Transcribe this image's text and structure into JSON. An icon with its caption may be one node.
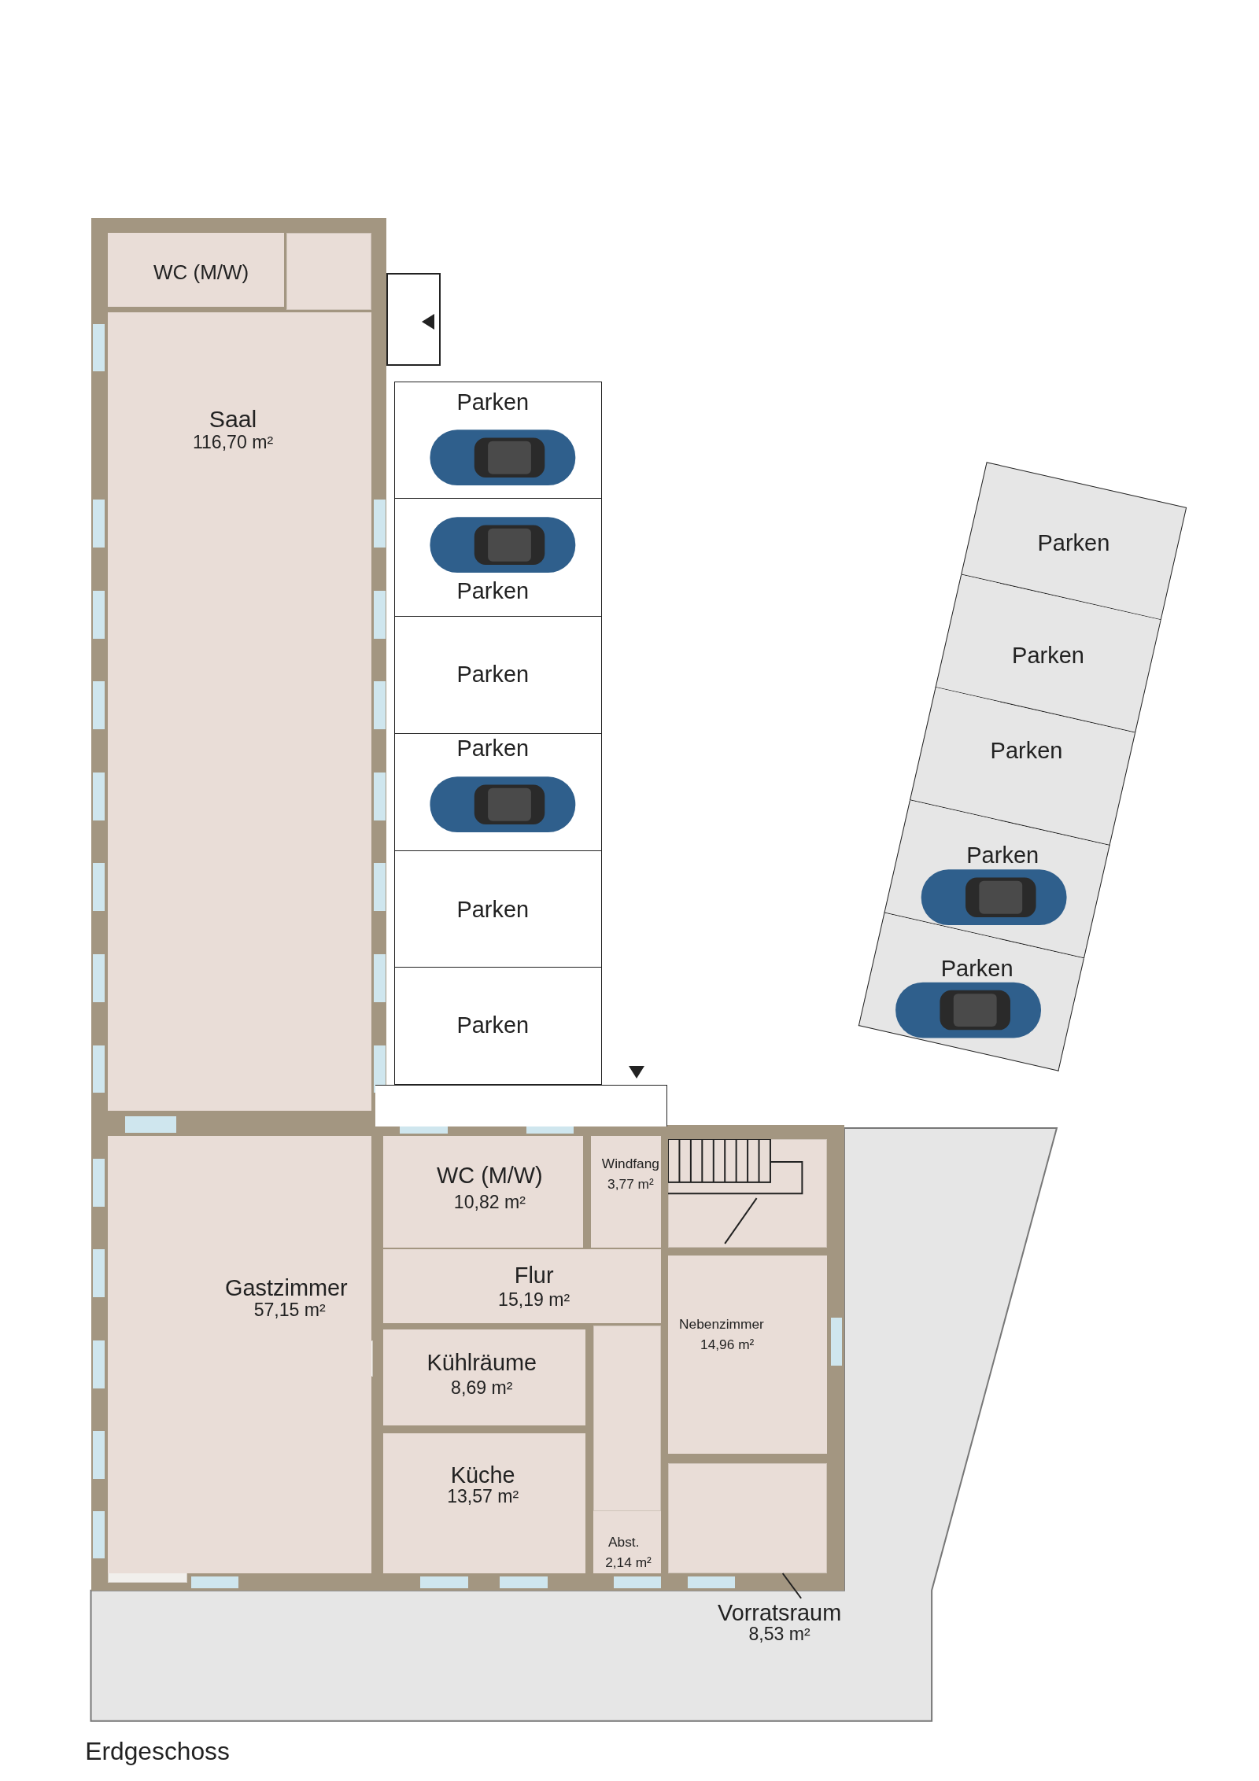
{
  "diagram": {
    "nodes": [
      {
        "text": [
          "WC (M/W)"
        ]
      },
      {
        "text": [
          "Saal",
          "116,70 m²"
        ]
      },
      {
        "text": [
          "Parken"
        ]
      },
      {
        "text": [
          "Parken"
        ]
      },
      {
        "text": [
          "Parken"
        ]
      },
      {
        "text": [
          "Parken"
        ]
      },
      {
        "text": [
          "Parken"
        ]
      },
      {
        "text": [
          "Parken"
        ]
      },
      {
        "text": [
          "Parken"
        ]
      },
      {
        "text": [
          "Parken"
        ]
      },
      {
        "text": [
          "Parken"
        ]
      },
      {
        "text": [
          "Parken"
        ]
      },
      {
        "text": [
          "Parken"
        ]
      },
      {
        "text": [
          "WC (M/W)",
          "10,82 m²"
        ]
      },
      {
        "text": [
          "Windfang",
          "3,77 m²"
        ]
      },
      {
        "text": [
          "Gastzimmer",
          "57,15 m²"
        ]
      },
      {
        "text": [
          "Flur",
          "15,19 m²"
        ]
      },
      {
        "text": [
          "Kühlräume",
          "8,69 m²"
        ]
      },
      {
        "text": [
          "Nebenzimmer",
          "14,96 m²"
        ]
      },
      {
        "text": [
          "Küche",
          "13,57 m²"
        ]
      },
      {
        "text": [
          "Abst.",
          "2,14 m²"
        ]
      },
      {
        "text": [
          "Vorratsraum",
          "8,53 m²"
        ]
      },
      {
        "text": [],
        "shape": "box"
      },
      {
        "text": [],
        "shape": "box"
      },
      {
        "text": [],
        "shape": "box"
      },
      {
        "text": [],
        "shape": "box"
      },
      {
        "text": [],
        "shape": "box"
      }
    ],
    "edges": [
      {
        "from": 21,
        "to": 22,
        "arrow": "none"
      }
    ],
    "labels": [
      "Erdgeschoss"
    ]
  }
}
